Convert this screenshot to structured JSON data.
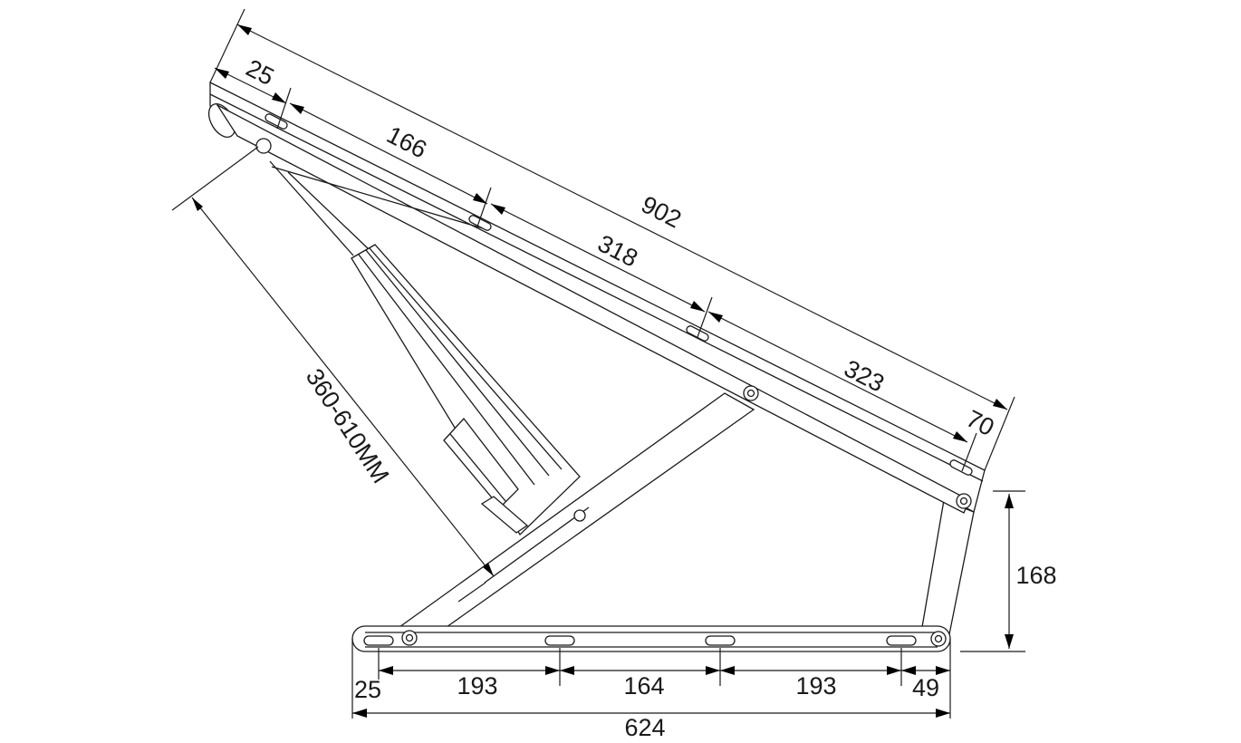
{
  "dimensions": {
    "top_total": "902",
    "top_first_offset": "25",
    "top_span_1": "166",
    "top_span_2": "318",
    "top_span_3": "323",
    "top_end_offset": "70",
    "actuator_stroke": "360-610MM",
    "height": "168",
    "bottom_first_offset": "25",
    "bottom_span_1": "193",
    "bottom_span_2": "164",
    "bottom_span_3": "193",
    "bottom_end_offset": "49",
    "bottom_total": "624"
  }
}
